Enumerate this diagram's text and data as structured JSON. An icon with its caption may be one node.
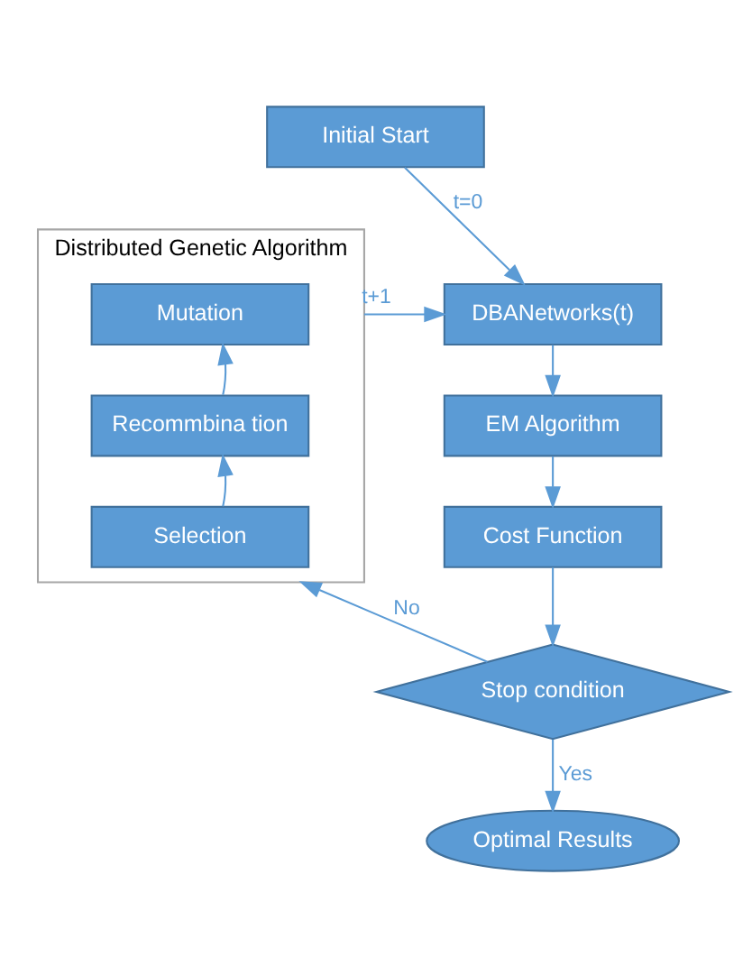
{
  "diagram": {
    "nodes": [
      {
        "text": [
          "Initial Start"
        ]
      },
      {
        "text": [
          "DBANetworks(t)"
        ]
      },
      {
        "text": [
          "EM Algorithm"
        ]
      },
      {
        "text": [
          "Cost Function"
        ]
      },
      {
        "text": [
          "Stop condition"
        ]
      },
      {
        "text": [
          "Optimal Results"
        ]
      },
      {
        "text": [
          "Distributed Genetic Algorithm"
        ]
      },
      {
        "text": [
          "Mutation"
        ],
        "in": 6
      },
      {
        "text": [
          "Recommbina tion"
        ],
        "in": 6
      },
      {
        "text": [
          "Selection"
        ],
        "in": 6
      }
    ],
    "edges": [
      {
        "from": 0,
        "to": 1,
        "arrow": "to",
        "label": "t=0"
      },
      {
        "from": 6,
        "to": 1,
        "arrow": "to",
        "label": "t+1"
      },
      {
        "from": 1,
        "to": 2,
        "arrow": "to"
      },
      {
        "from": 2,
        "to": 3,
        "arrow": "to"
      },
      {
        "from": 3,
        "to": 4,
        "arrow": "to"
      },
      {
        "from": 4,
        "to": 6,
        "arrow": "to",
        "label": "No"
      },
      {
        "from": 4,
        "to": 5,
        "arrow": "to",
        "label": "Yes"
      },
      {
        "from": 9,
        "to": 8,
        "arrow": "to"
      },
      {
        "from": 8,
        "to": 7,
        "arrow": "to"
      }
    ]
  }
}
